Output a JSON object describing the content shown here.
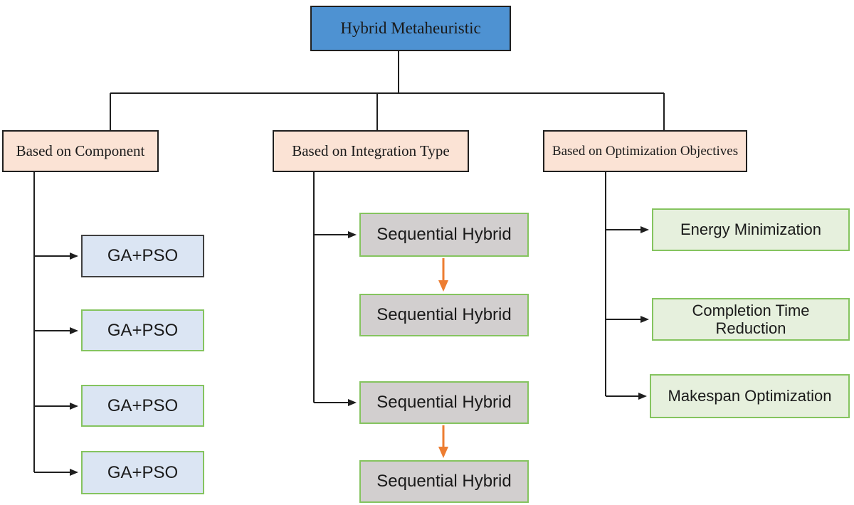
{
  "diagram": {
    "root": {
      "label": "Hybrid Metaheuristic"
    },
    "branches": [
      {
        "label": "Based on Component",
        "children": [
          {
            "label": "GA+PSO"
          },
          {
            "label": "GA+PSO"
          },
          {
            "label": "GA+PSO"
          },
          {
            "label": "GA+PSO"
          }
        ]
      },
      {
        "label": "Based on Integration Type",
        "children": [
          {
            "label": "Sequential Hybrid"
          },
          {
            "label": "Sequential Hybrid"
          },
          {
            "label": "Sequential Hybrid"
          },
          {
            "label": "Sequential Hybrid"
          }
        ]
      },
      {
        "label": "Based on Optimization Objectives",
        "children": [
          {
            "label": "Energy Minimization"
          },
          {
            "label": "Completion Time Reduction"
          },
          {
            "label": "Makespan Optimization"
          }
        ]
      }
    ],
    "colors": {
      "root_fill": "#4e92d2",
      "branch_fill": "#fbe3d5",
      "component_child_fill": "#dbe5f3",
      "integration_child_fill": "#d2cfcf",
      "objective_child_fill": "#e6f0dd",
      "green_border": "#85c45f",
      "dark_border": "#404040",
      "connector_color": "#1f1f1f",
      "sequence_arrow_color": "#ed7d31"
    }
  }
}
